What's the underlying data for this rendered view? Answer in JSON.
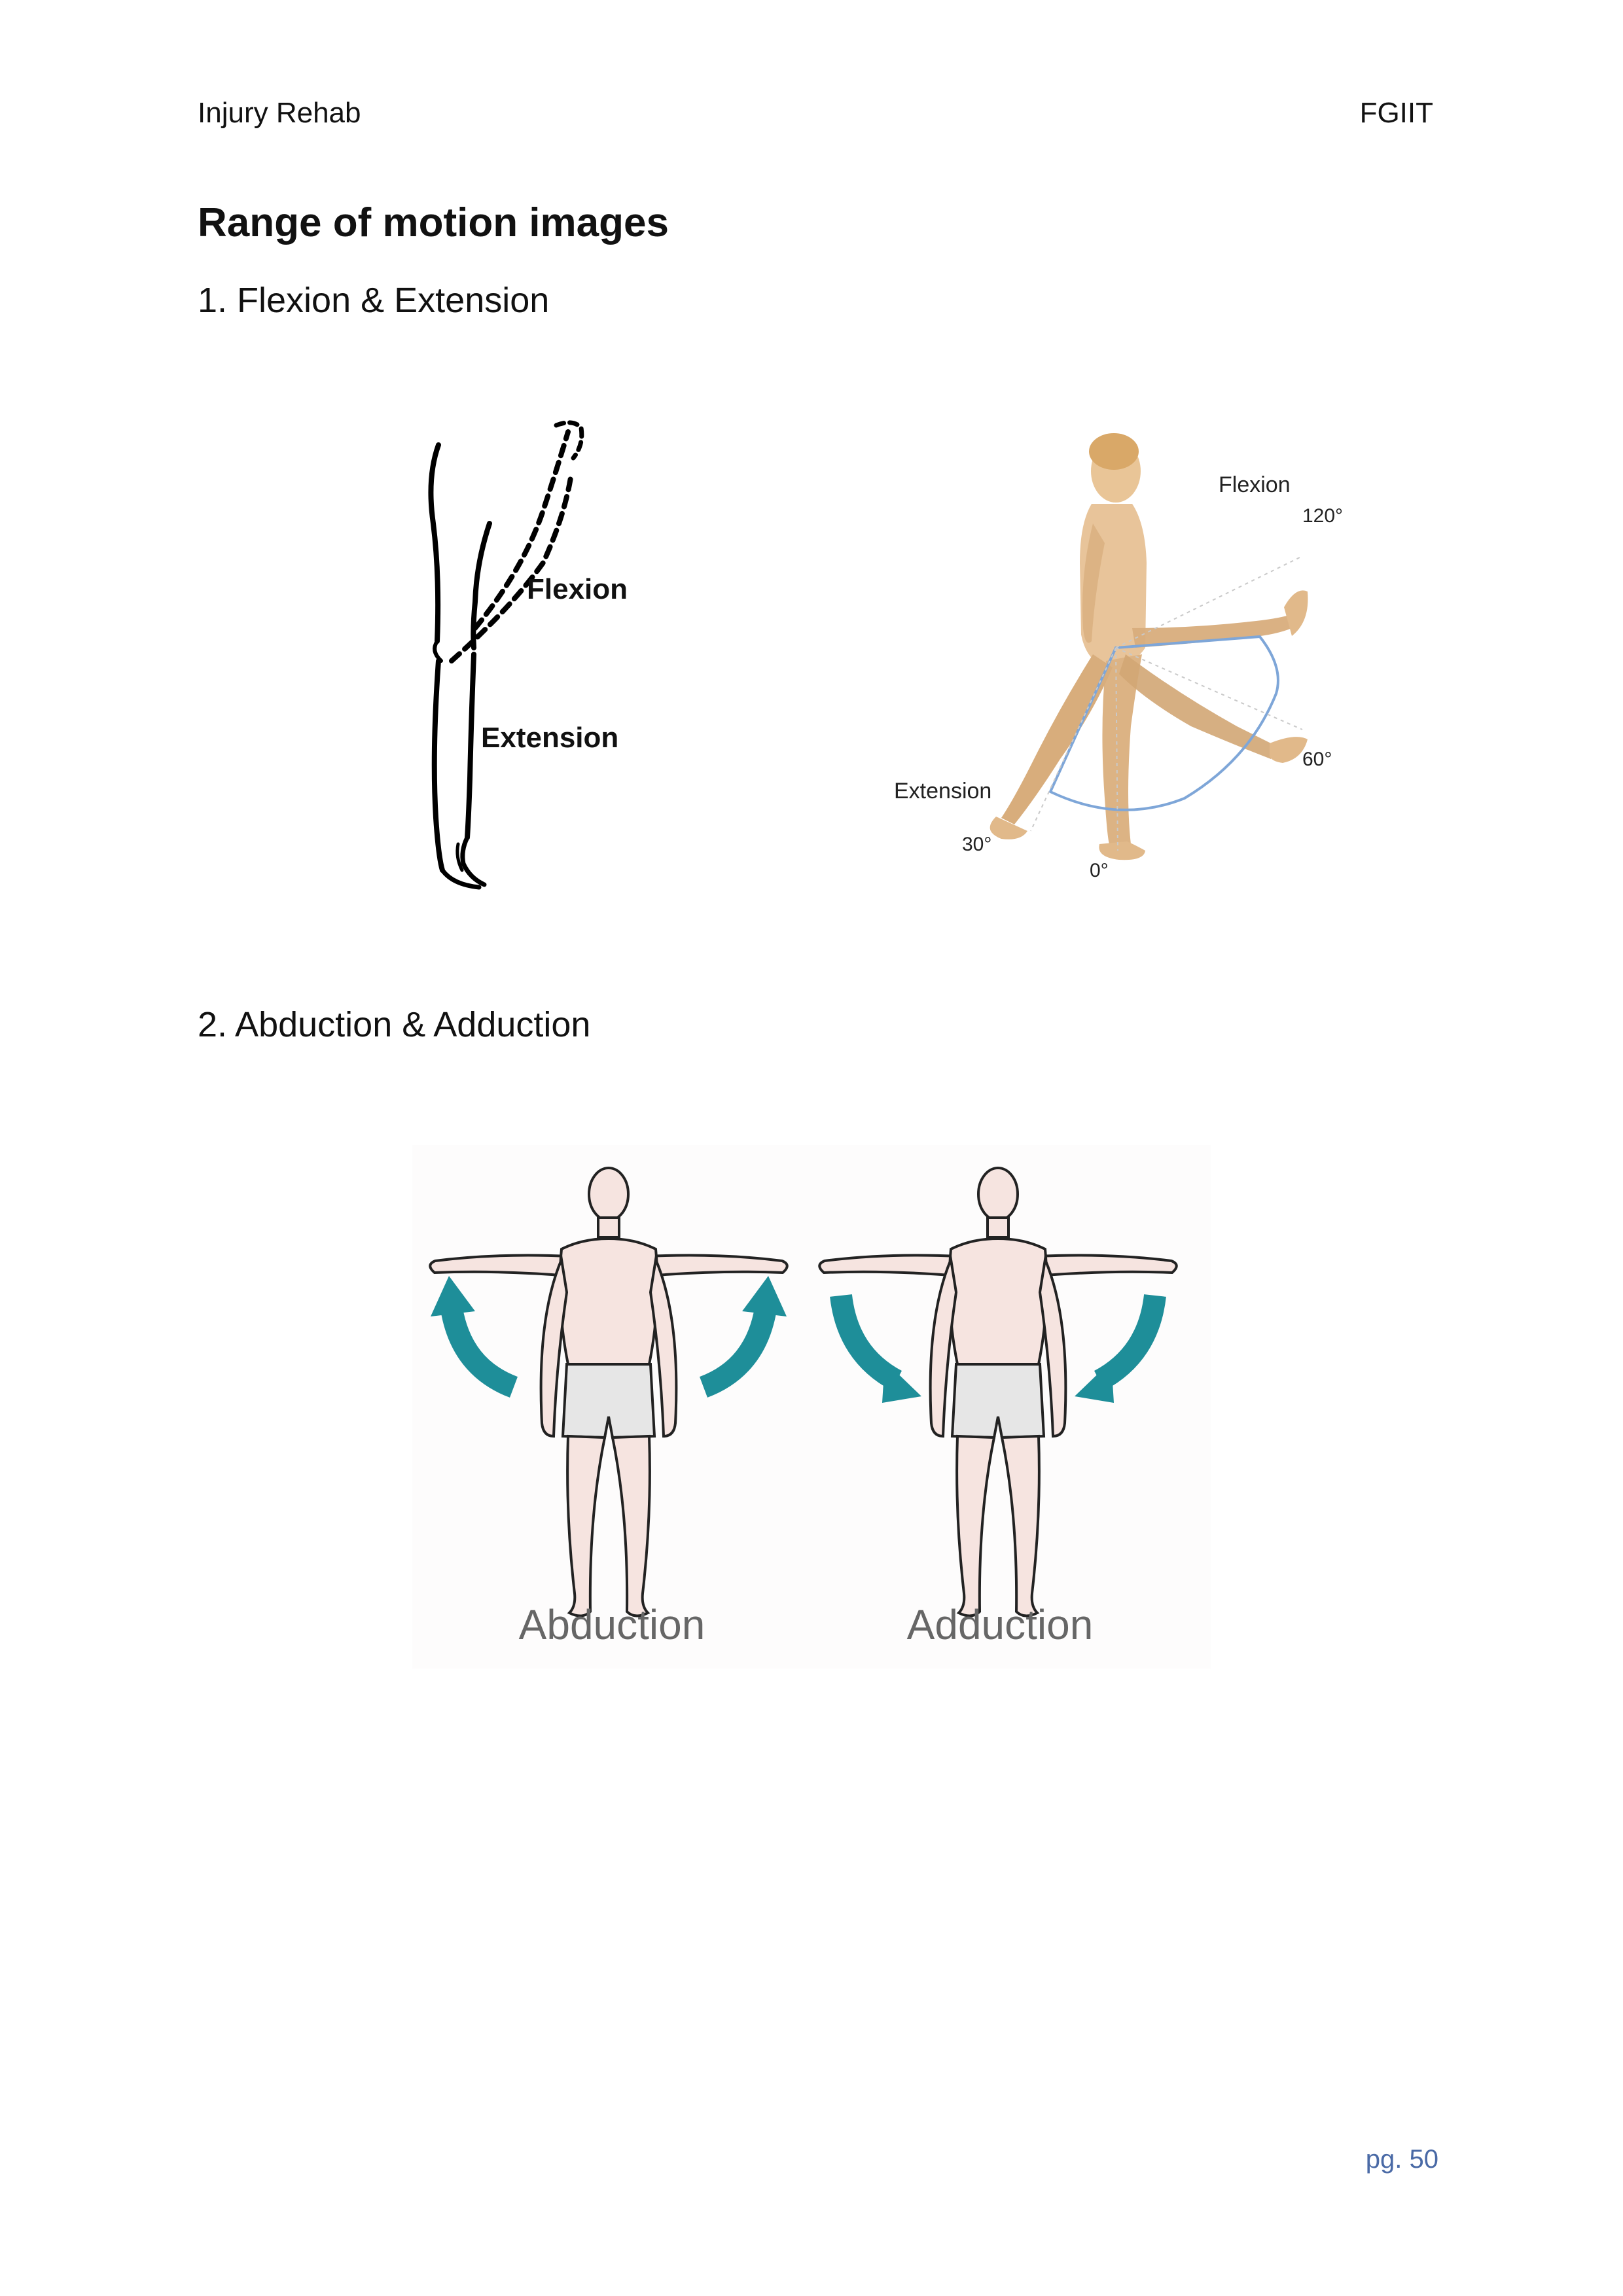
{
  "header": {
    "left": "Injury Rehab",
    "right": "FGIIT"
  },
  "title": "Range of motion images",
  "sections": [
    {
      "heading": "1. Flexion & Extension"
    },
    {
      "heading": "2. Abduction & Adduction"
    }
  ],
  "figure1": {
    "sketch": {
      "flexion": "Flexion",
      "extension": "Extension"
    },
    "anatomy": {
      "flexion": "Flexion",
      "extension": "Extension",
      "deg120": "120°",
      "deg60": "60°",
      "deg30": "30°",
      "deg0": "0°"
    }
  },
  "figure2": {
    "abduction": "Abduction",
    "adduction": "Adduction"
  },
  "colors": {
    "arrow_teal": "#1e8e99",
    "skin": "#f6e4e0",
    "shorts": "#e6e6e6",
    "arc_blue": "#7ea6d8",
    "page_number": "#4a6aa6"
  },
  "footer": {
    "page": "pg. 50"
  }
}
